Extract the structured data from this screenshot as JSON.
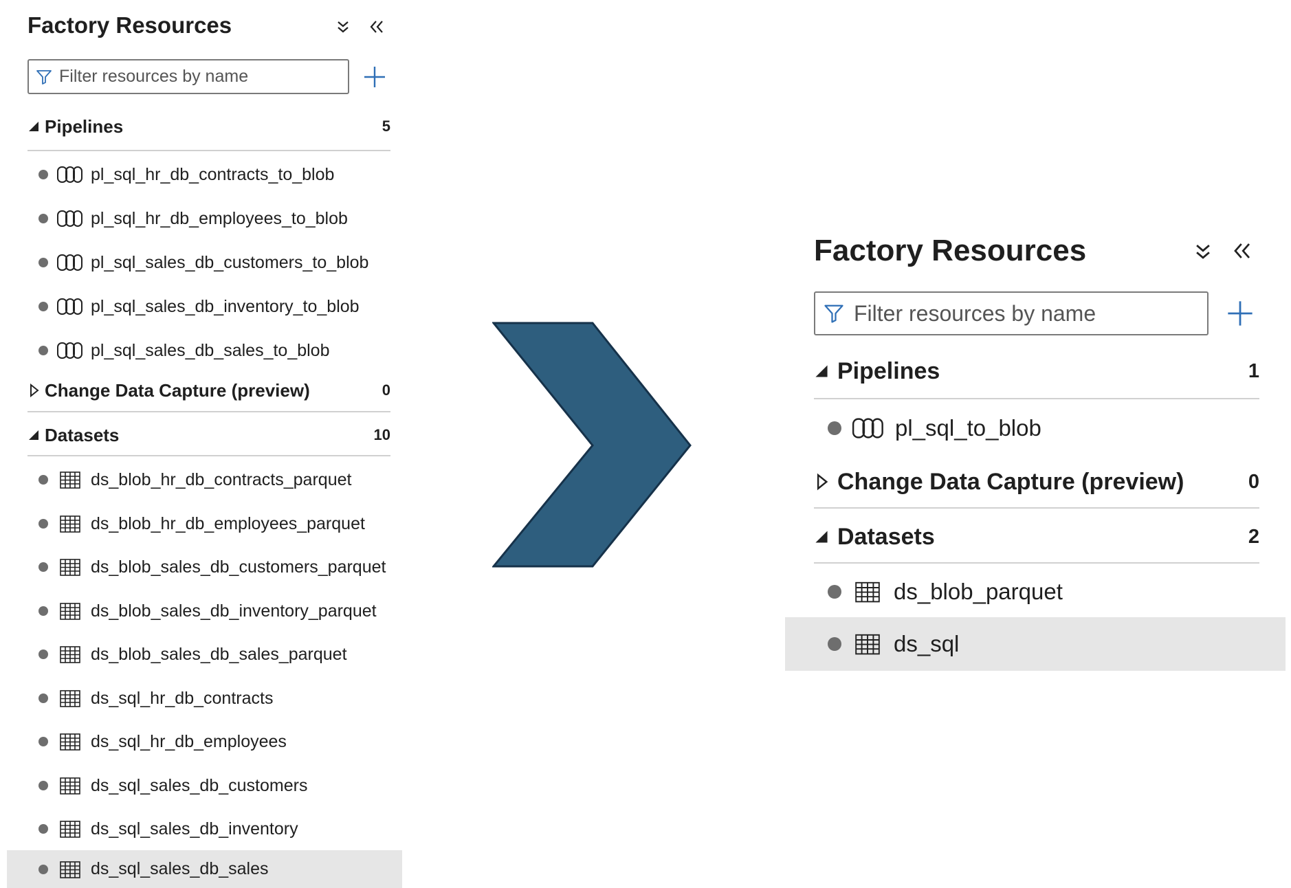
{
  "colors": {
    "accent": "#2e5e7e",
    "plus": "#2f6fb6",
    "selected_bg": "#e6e6e6",
    "dot": "#6e6e6e"
  },
  "icons": {
    "collapse_all": "double-chevron-down-icon",
    "hide_panel": "double-chevron-left-icon",
    "filter": "funnel-icon",
    "add": "plus-icon",
    "pipeline": "pipeline-icon",
    "dataset": "table-icon",
    "expanded": "triangle-down-icon",
    "collapsed": "triangle-right-icon",
    "transition": "chevron-arrow-icon"
  },
  "left": {
    "title": "Factory Resources",
    "filter_placeholder": "Filter resources by name",
    "pipelines": {
      "label": "Pipelines",
      "count": "5",
      "items": [
        "pl_sql_hr_db_contracts_to_blob",
        "pl_sql_hr_db_employees_to_blob",
        "pl_sql_sales_db_customers_to_blob",
        "pl_sql_sales_db_inventory_to_blob",
        "pl_sql_sales_db_sales_to_blob"
      ]
    },
    "cdc": {
      "label": "Change Data Capture (preview)",
      "count": "0"
    },
    "datasets": {
      "label": "Datasets",
      "count": "10",
      "items": [
        "ds_blob_hr_db_contracts_parquet",
        "ds_blob_hr_db_employees_parquet",
        "ds_blob_sales_db_customers_parquet",
        "ds_blob_sales_db_inventory_parquet",
        "ds_blob_sales_db_sales_parquet",
        "ds_sql_hr_db_contracts",
        "ds_sql_hr_db_employees",
        "ds_sql_sales_db_customers",
        "ds_sql_sales_db_inventory",
        "ds_sql_sales_db_sales"
      ],
      "selected": "ds_sql_sales_db_sales"
    }
  },
  "right": {
    "title": "Factory Resources",
    "filter_placeholder": "Filter resources by name",
    "pipelines": {
      "label": "Pipelines",
      "count": "1",
      "items": [
        "pl_sql_to_blob"
      ]
    },
    "cdc": {
      "label": "Change Data Capture (preview)",
      "count": "0"
    },
    "datasets": {
      "label": "Datasets",
      "count": "2",
      "items": [
        "ds_blob_parquet",
        "ds_sql"
      ],
      "selected": "ds_sql"
    }
  }
}
